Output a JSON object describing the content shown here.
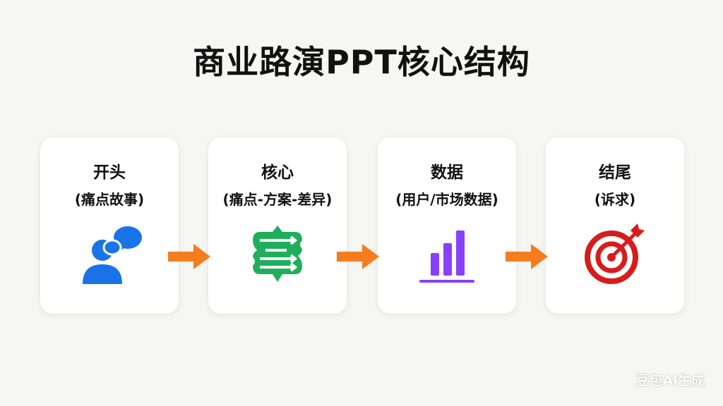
{
  "title": "商业路演PPT核心结构",
  "steps": [
    {
      "heading": "开头",
      "sub": "(痛点故事)",
      "icon": "people-chat-icon",
      "color": "#1a73e8"
    },
    {
      "heading": "核心",
      "sub": "(痛点-方案-差异)",
      "icon": "flow-arrows-icon",
      "color": "#1fae5a"
    },
    {
      "heading": "数据",
      "sub": "(用户/市场数据)",
      "icon": "bar-chart-icon",
      "color": "#8a3ffc"
    },
    {
      "heading": "结尾",
      "sub": "(诉求)",
      "icon": "target-icon",
      "color": "#d81b1b"
    }
  ],
  "arrow_color": "#f57c1f",
  "watermark": "豆包AI生成"
}
